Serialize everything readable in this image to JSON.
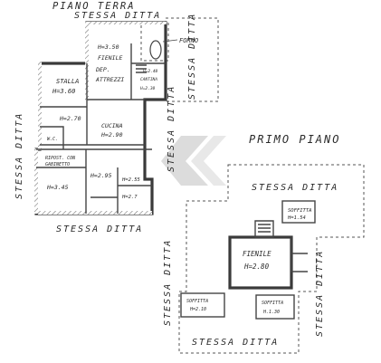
{
  "ground_floor": {
    "title_line1": "PIANO TERRA",
    "title_line2": "STESSA DITTA",
    "left_neighbor": "STESSA DITTA",
    "bottom_neighbor": "STESSA DITTA",
    "right_neighbor": "STESSA DITTA",
    "right_lower_neighbor": "STESSA DITTA",
    "rooms": {
      "fienile_height": "H=3.50",
      "fienile_name": "FIENILE",
      "fienile_dep": "DEP.",
      "fienile_attrezzi": "ATTREZZI",
      "forno": "FORNO",
      "cantina_height": "H=2.40",
      "cantina_name": "CANTINA",
      "cantina_sub": "H=2.30",
      "stalla_name": "STALLA",
      "stalla_height": "H=3.60",
      "room_h270": "H=2.70",
      "cucina_name": "CUCINA",
      "cucina_height": "H=2.90",
      "wc": "W.C.",
      "ripost_name": "RIPOST. CON",
      "ripost_name2": "GABINETTO",
      "room_h345": "H=3.45",
      "room_h295": "H=2.95",
      "room_h255": "H=2.55",
      "room_h27": "H=2.7"
    }
  },
  "first_floor": {
    "title": "PRIMO PIANO",
    "top_neighbor": "STESSA DITTA",
    "left_neighbor": "STESSA DITTA",
    "right_neighbor": "STESSA DITTA",
    "bottom_neighbor": "STESSA DITTA",
    "rooms": {
      "soffitta_top": "SOFFITTA",
      "soffitta_top_h": "H=1.54",
      "fienile_name": "FIENILE",
      "fienile_height": "H=2.80",
      "soffitta_left": "SOFFITTA",
      "soffitta_left_h": "H=2.10",
      "soffitta_right": "SOFFITTA",
      "soffitta_right_h": "H.1.30"
    }
  },
  "colors": {
    "ink": "#3a3a3a",
    "watermark": "#d9d9d9"
  }
}
